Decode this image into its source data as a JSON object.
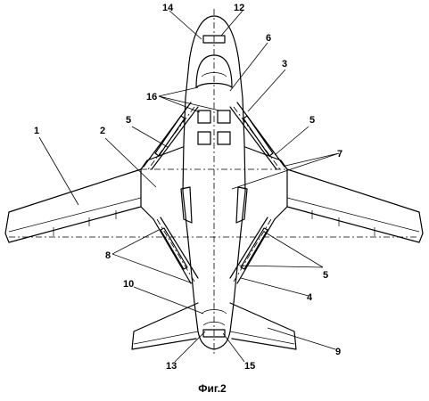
{
  "caption": "Фиг.2",
  "labels": {
    "l1": "1",
    "l2": "2",
    "l3": "3",
    "l4": "4",
    "l5a": "5",
    "l5b": "5",
    "l5c": "5",
    "l6": "6",
    "l7": "7",
    "l8": "8",
    "l9": "9",
    "l10": "10",
    "l12": "12",
    "l13": "13",
    "l14": "14",
    "l15": "15",
    "l16": "16"
  }
}
